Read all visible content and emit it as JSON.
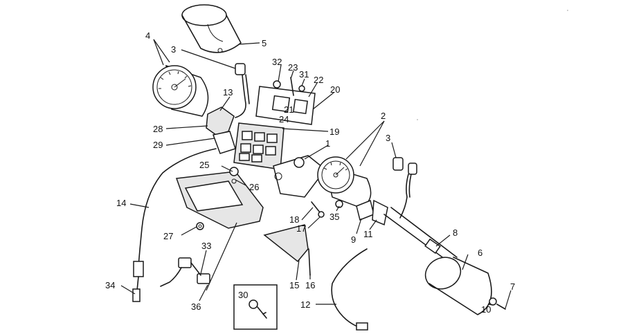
{
  "callouts": [
    {
      "id": "c1",
      "text": "1"
    },
    {
      "id": "c2",
      "text": "2"
    },
    {
      "id": "c3a",
      "text": "3"
    },
    {
      "id": "c3b",
      "text": "3"
    },
    {
      "id": "c4",
      "text": "4"
    },
    {
      "id": "c5",
      "text": "5"
    },
    {
      "id": "c6",
      "text": "6"
    },
    {
      "id": "c7",
      "text": "7"
    },
    {
      "id": "c8",
      "text": "8"
    },
    {
      "id": "c9",
      "text": "9"
    },
    {
      "id": "c10",
      "text": "10"
    },
    {
      "id": "c11",
      "text": "11"
    },
    {
      "id": "c12",
      "text": "12"
    },
    {
      "id": "c13",
      "text": "13"
    },
    {
      "id": "c14",
      "text": "14"
    },
    {
      "id": "c15",
      "text": "15"
    },
    {
      "id": "c16",
      "text": "16"
    },
    {
      "id": "c17",
      "text": "17"
    },
    {
      "id": "c18",
      "text": "18"
    },
    {
      "id": "c19",
      "text": "19"
    },
    {
      "id": "c20",
      "text": "20"
    },
    {
      "id": "c21",
      "text": "21"
    },
    {
      "id": "c22",
      "text": "22"
    },
    {
      "id": "c23",
      "text": "23"
    },
    {
      "id": "c24",
      "text": "24"
    },
    {
      "id": "c25",
      "text": "25"
    },
    {
      "id": "c26",
      "text": "26"
    },
    {
      "id": "c27",
      "text": "27"
    },
    {
      "id": "c28",
      "text": "28"
    },
    {
      "id": "c29",
      "text": "29"
    },
    {
      "id": "c30",
      "text": "30"
    },
    {
      "id": "c31",
      "text": "31"
    },
    {
      "id": "c32",
      "text": "32"
    },
    {
      "id": "c33",
      "text": "33"
    },
    {
      "id": "c34",
      "text": "34"
    },
    {
      "id": "c35",
      "text": "35"
    },
    {
      "id": "c36",
      "text": "36"
    }
  ]
}
